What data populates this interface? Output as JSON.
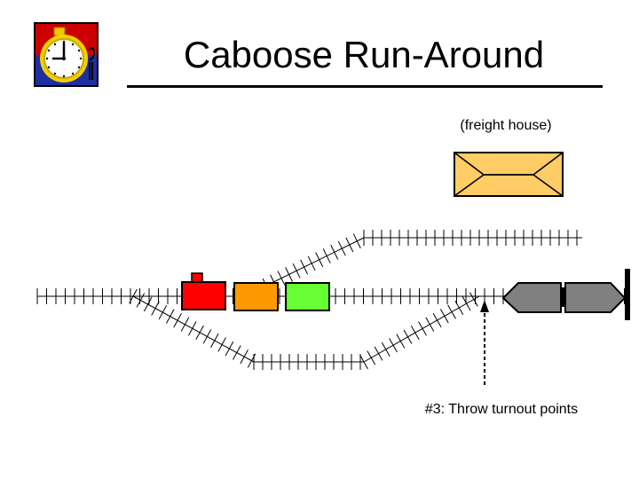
{
  "title": "Caboose Run-Around",
  "labels": {
    "freight_house": "(freight house)",
    "step": "#3:  Throw turnout points"
  },
  "icon": "stopwatch-clock-icon",
  "colors": {
    "caboose": "#ff0000",
    "boxcar_orange": "#ff9900",
    "boxcar_green": "#66ff33",
    "locomotive": "#808080",
    "freight_house": "#ffcc66",
    "logo_red": "#cc0000",
    "logo_blue": "#1f2fa0"
  }
}
